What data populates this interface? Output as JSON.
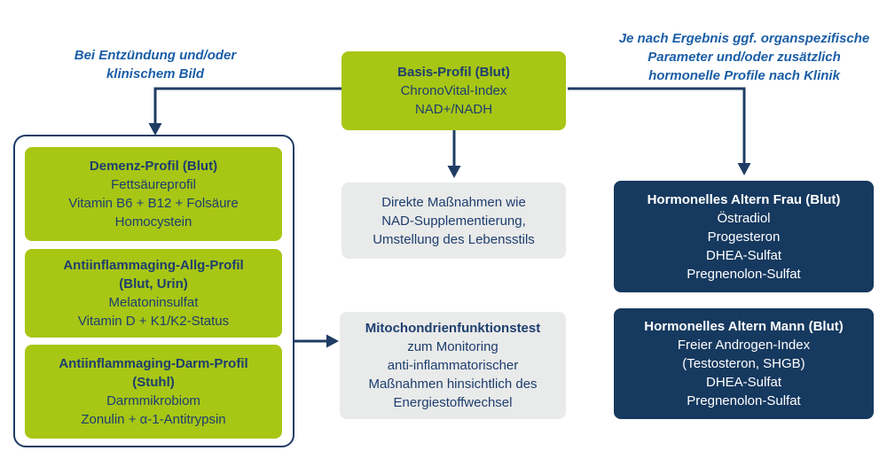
{
  "colors": {
    "green": "#a8c614",
    "navy": "#16395f",
    "navy-line": "#1f3c65",
    "navy-text": "#1d3e6e",
    "annotation": "#1b5ea6",
    "gray": "#e9eaea"
  },
  "annotations": {
    "left": {
      "line1": "Bei Entzündung und/oder",
      "line2": "klinischem Bild"
    },
    "right": {
      "line1": "Je nach Ergebnis ggf. organspezifische",
      "line2": "Parameter und/oder zusätzlich",
      "line3": "hormonelle Profile nach Klinik"
    }
  },
  "boxes": {
    "basis": {
      "title_lines": [
        "Basis-Profil (Blut)"
      ],
      "lines": [
        "ChronoVital-Index",
        "NAD+/NADH"
      ]
    },
    "demenz": {
      "title_lines": [
        "Demenz-Profil (Blut)"
      ],
      "lines": [
        "Fettsäureprofil",
        "Vitamin B6 + B12 + Folsäure",
        "Homocystein"
      ]
    },
    "allg": {
      "title_lines": [
        "Antiinflammaging-Allg-Profil",
        "(Blut, Urin)"
      ],
      "lines": [
        "Melatoninsulfat",
        "Vitamin D + K1/K2-Status"
      ]
    },
    "darm": {
      "title_lines": [
        "Antiinflammaging-Darm-Profil",
        "(Stuhl)"
      ],
      "lines": [
        "Darmmikrobiom",
        "Zonulin + α-1-Antitrypsin"
      ]
    },
    "massnahmen": {
      "title_lines": [],
      "lines": [
        "Direkte Maßnahmen wie",
        "NAD-Supplementierung,",
        "Umstellung des Lebensstils"
      ]
    },
    "mito": {
      "title_lines": [
        "Mitochondrienfunktionstest"
      ],
      "lines": [
        "zum Monitoring",
        "anti-inflammatorischer",
        "Maßnahmen hinsichtlich des",
        "Energiestoffwechsel"
      ]
    },
    "frau": {
      "title_lines": [
        "Hormonelles Altern Frau (Blut)"
      ],
      "lines": [
        "Östradiol",
        "Progesteron",
        "DHEA-Sulfat",
        "Pregnenolon-Sulfat"
      ]
    },
    "mann": {
      "title_lines": [
        "Hormonelles Altern Mann (Blut)"
      ],
      "lines": [
        "Freier Androgen-Index",
        "(Testosteron, SHGB)",
        "DHEA-Sulfat",
        "Pregnenolon-Sulfat"
      ]
    }
  }
}
